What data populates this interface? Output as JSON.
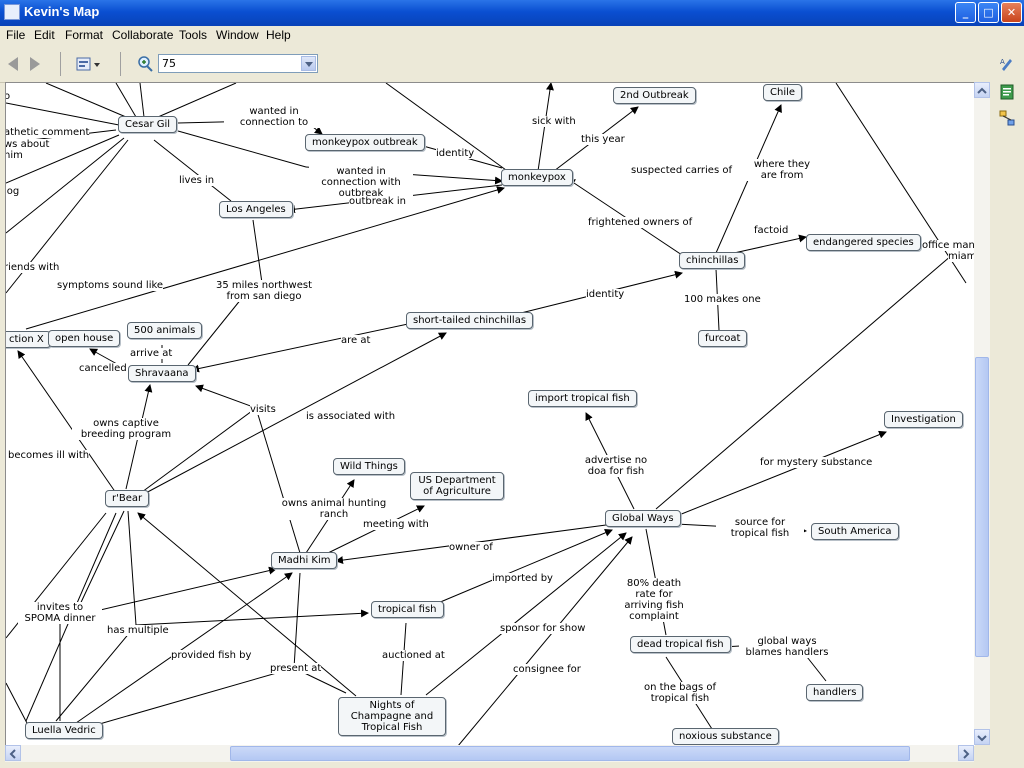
{
  "window": {
    "title": "Kevin's Map"
  },
  "menu": [
    "File",
    "Edit",
    "Format",
    "Collaborate",
    "Tools",
    "Window",
    "Help"
  ],
  "toolbar": {
    "zoom_value": "75"
  },
  "nodes": [
    {
      "id": "cesar",
      "text": "Cesar Gil"
    },
    {
      "id": "mpo",
      "text": "monkeypox outbreak"
    },
    {
      "id": "mp",
      "text": "monkeypox"
    },
    {
      "id": "outbreak2",
      "text": "2nd Outbreak"
    },
    {
      "id": "chile",
      "text": "Chile"
    },
    {
      "id": "la",
      "text": "Los Angeles"
    },
    {
      "id": "chin",
      "text": "chinchillas"
    },
    {
      "id": "endang",
      "text": "endangered species"
    },
    {
      "id": "funcx",
      "text": "ction X"
    },
    {
      "id": "openhouse",
      "text": "open house"
    },
    {
      "id": "a500",
      "text": "500 animals"
    },
    {
      "id": "stc",
      "text": "short-tailed chinchillas"
    },
    {
      "id": "furcoat",
      "text": "furcoat"
    },
    {
      "id": "shrav",
      "text": "Shravaana"
    },
    {
      "id": "itf",
      "text": "import tropical fish"
    },
    {
      "id": "invest",
      "text": "Investigation"
    },
    {
      "id": "wild",
      "text": "Wild Things"
    },
    {
      "id": "usda",
      "text": "US Department of Agriculture"
    },
    {
      "id": "rbear",
      "text": "r'Bear"
    },
    {
      "id": "gw",
      "text": "Global Ways"
    },
    {
      "id": "sa",
      "text": "South America"
    },
    {
      "id": "madhi",
      "text": "Madhi Kim"
    },
    {
      "id": "tf",
      "text": "tropical fish"
    },
    {
      "id": "dtf",
      "text": "dead tropical fish"
    },
    {
      "id": "handlers",
      "text": "handlers"
    },
    {
      "id": "nights",
      "text": "Nights of Champagne and Tropical Fish"
    },
    {
      "id": "luella",
      "text": "Luella Vedric"
    },
    {
      "id": "noxious",
      "text": "noxious substance"
    }
  ],
  "links": [
    "o",
    "athetic comment",
    "ws about",
    "him",
    "log",
    "riends with",
    "wanted in connection to",
    "identity",
    "wanted in connection with outbreak",
    "lives in",
    "outbreak in",
    "sick with",
    "this year",
    "suspected carries of",
    "where they are from",
    "frightened owners of",
    "factoid",
    "office mana",
    "miam",
    "symptoms sound like",
    "35 miles northwest from san diego",
    "identity",
    "100 makes one",
    "are at",
    "arrive at",
    "cancelled",
    "owns captive breeding program",
    "visits",
    "is associated with",
    "becomes ill with",
    "advertise no doa for fish",
    "for mystery substance",
    "source for tropical fish",
    "owns animal hunting ranch",
    "meeting with",
    "owner of",
    "imported by",
    "80% death rate for arriving fish complaint",
    "invites to SPOMA dinner",
    "has multiple",
    "sponsor for show",
    "global ways blames handlers",
    "provided fish by",
    "present at",
    "auctioned at",
    "consignee for",
    "on the bags of tropical fish"
  ]
}
